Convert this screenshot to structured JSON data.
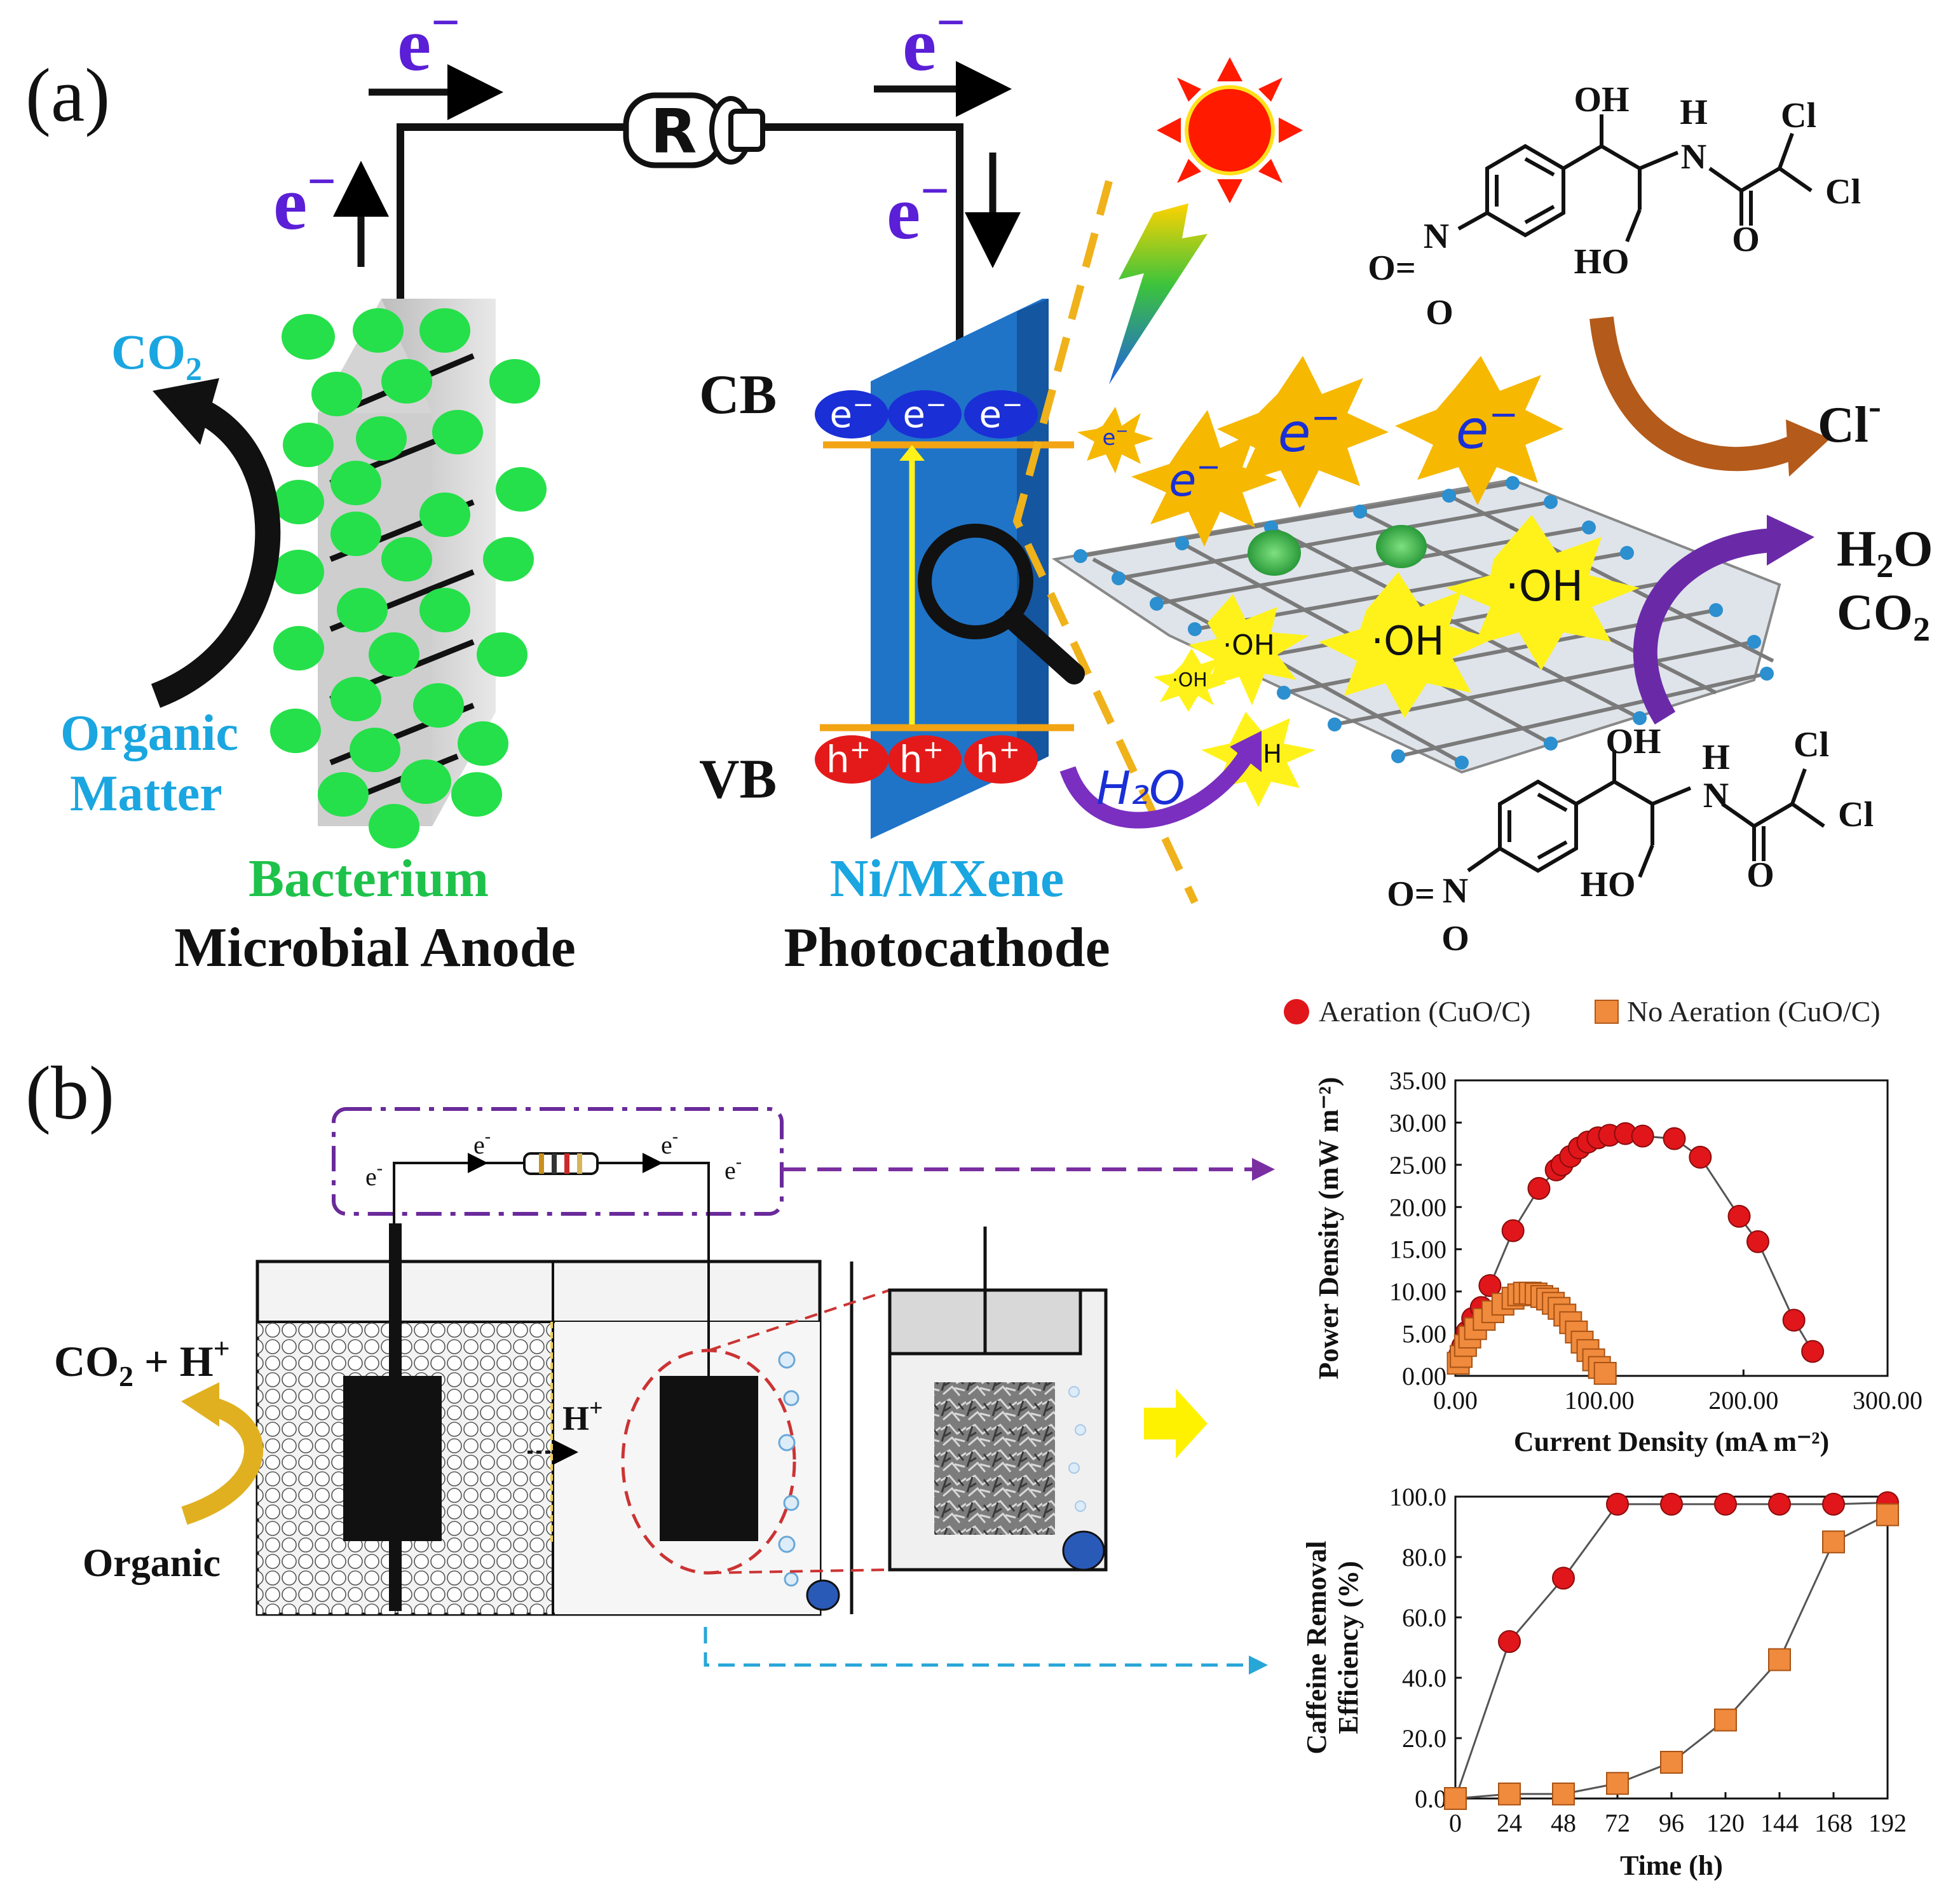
{
  "panel_a": {
    "label": "(a)",
    "electron": "e",
    "minus": "−",
    "resistor": "R",
    "co2": "CO",
    "co2_sub": "2",
    "organic_l1": "Organic",
    "organic_l2": "Matter",
    "bacterium": "Bacterium",
    "anode": "Microbial Anode",
    "cb": "CB",
    "vb": "VB",
    "hole": "h",
    "hole_sup": "+",
    "cathode_material": "Ni/MXene",
    "cathode": "Photocathode",
    "h2o_arrow": "H₂O",
    "oh": "·OH",
    "chloride": "Cl",
    "chloride_sup": "-",
    "products_l1": "H",
    "products_l1_sub": "2",
    "products_l1_end": "O",
    "products_l2": "CO",
    "products_l2_sub": "2",
    "mol": {
      "oh": "OH",
      "h": "H",
      "n": "N",
      "cl": "Cl",
      "o": "O",
      "ho": "HO",
      "nitro_n": "N",
      "nitro_o": "O=",
      "nitro_o2": "O"
    }
  },
  "panel_b": {
    "label": "(b)",
    "co2h_l1": "CO",
    "co2h_sub": "2",
    "co2h_end": " + H",
    "co2h_sup": "+",
    "organic": "Organic",
    "proton": "H",
    "proton_sup": "+",
    "e_small": "e",
    "e_small_sup": "-"
  },
  "legend": {
    "aeration": "Aeration (CuO/C)",
    "no_aeration": "No Aeration (CuO/C)"
  },
  "colors": {
    "blue_text": "#1aa6e0",
    "green": "#1ec24a",
    "purple_e": "#5a1fd6",
    "red_marker": "#e0161b",
    "orange_marker": "#f08a3c",
    "cathode_blue": "#1f74c8"
  },
  "chart_data": [
    {
      "type": "scatter",
      "title": "",
      "xlabel": "Current Density (mA m⁻²)",
      "ylabel": "Power Density (mW m⁻²)",
      "xlim": [
        0,
        300
      ],
      "ylim": [
        0,
        35
      ],
      "xticks": [
        "0.00",
        "100.00",
        "200.00",
        "300.00"
      ],
      "yticks": [
        "0.00",
        "5.00",
        "10.00",
        "15.00",
        "20.00",
        "25.00",
        "30.00",
        "35.00"
      ],
      "series": [
        {
          "name": "Aeration (CuO/C)",
          "color": "#e0161b",
          "marker": "circle",
          "x": [
            3,
            5,
            8,
            12,
            18,
            24,
            40,
            58,
            70,
            74,
            80,
            86,
            92,
            99,
            107,
            118,
            130,
            152,
            170,
            197,
            210,
            235,
            248
          ],
          "y": [
            2.5,
            3.5,
            5.2,
            6.8,
            8.1,
            10.7,
            17.2,
            22.2,
            24.4,
            25.0,
            26.0,
            27.0,
            27.7,
            28.2,
            28.5,
            28.7,
            28.4,
            28.1,
            25.9,
            18.9,
            15.9,
            6.6,
            2.9
          ]
        },
        {
          "name": "No Aeration (CuO/C)",
          "color": "#f08a3c",
          "marker": "square",
          "x": [
            2,
            4,
            7,
            10,
            14,
            20,
            26,
            33,
            40,
            44,
            48,
            52,
            56,
            60,
            64,
            68,
            72,
            76,
            80,
            84,
            88,
            92,
            96,
            100,
            104
          ],
          "y": [
            1.5,
            2.3,
            3.6,
            4.6,
            5.6,
            6.7,
            7.6,
            8.5,
            9.2,
            9.6,
            9.8,
            9.8,
            9.7,
            9.4,
            9.1,
            8.6,
            8.0,
            7.2,
            6.3,
            5.2,
            4.0,
            3.0,
            1.9,
            1.0,
            0.3
          ]
        }
      ]
    },
    {
      "type": "line",
      "title": "",
      "xlabel": "Time (h)",
      "ylabel": "Caffeine Removal Efficiency (%)",
      "xlim": [
        0,
        192
      ],
      "ylim": [
        0,
        100
      ],
      "xticks": [
        "0",
        "24",
        "48",
        "72",
        "96",
        "120",
        "144",
        "168",
        "192"
      ],
      "yticks": [
        "0.0",
        "20.0",
        "40.0",
        "60.0",
        "80.0",
        "100.0"
      ],
      "series": [
        {
          "name": "Aeration (CuO/C)",
          "color": "#e0161b",
          "marker": "circle",
          "x": [
            0,
            24,
            48,
            72,
            96,
            120,
            144,
            168,
            192
          ],
          "y": [
            0,
            52,
            73,
            97.5,
            97.5,
            97.5,
            97.5,
            97.5,
            98
          ]
        },
        {
          "name": "No Aeration (CuO/C)",
          "color": "#f08a3c",
          "marker": "square",
          "x": [
            0,
            24,
            48,
            72,
            96,
            120,
            144,
            168,
            192
          ],
          "y": [
            0,
            1.5,
            1.5,
            5,
            12,
            26,
            46,
            85,
            94
          ]
        }
      ]
    }
  ]
}
